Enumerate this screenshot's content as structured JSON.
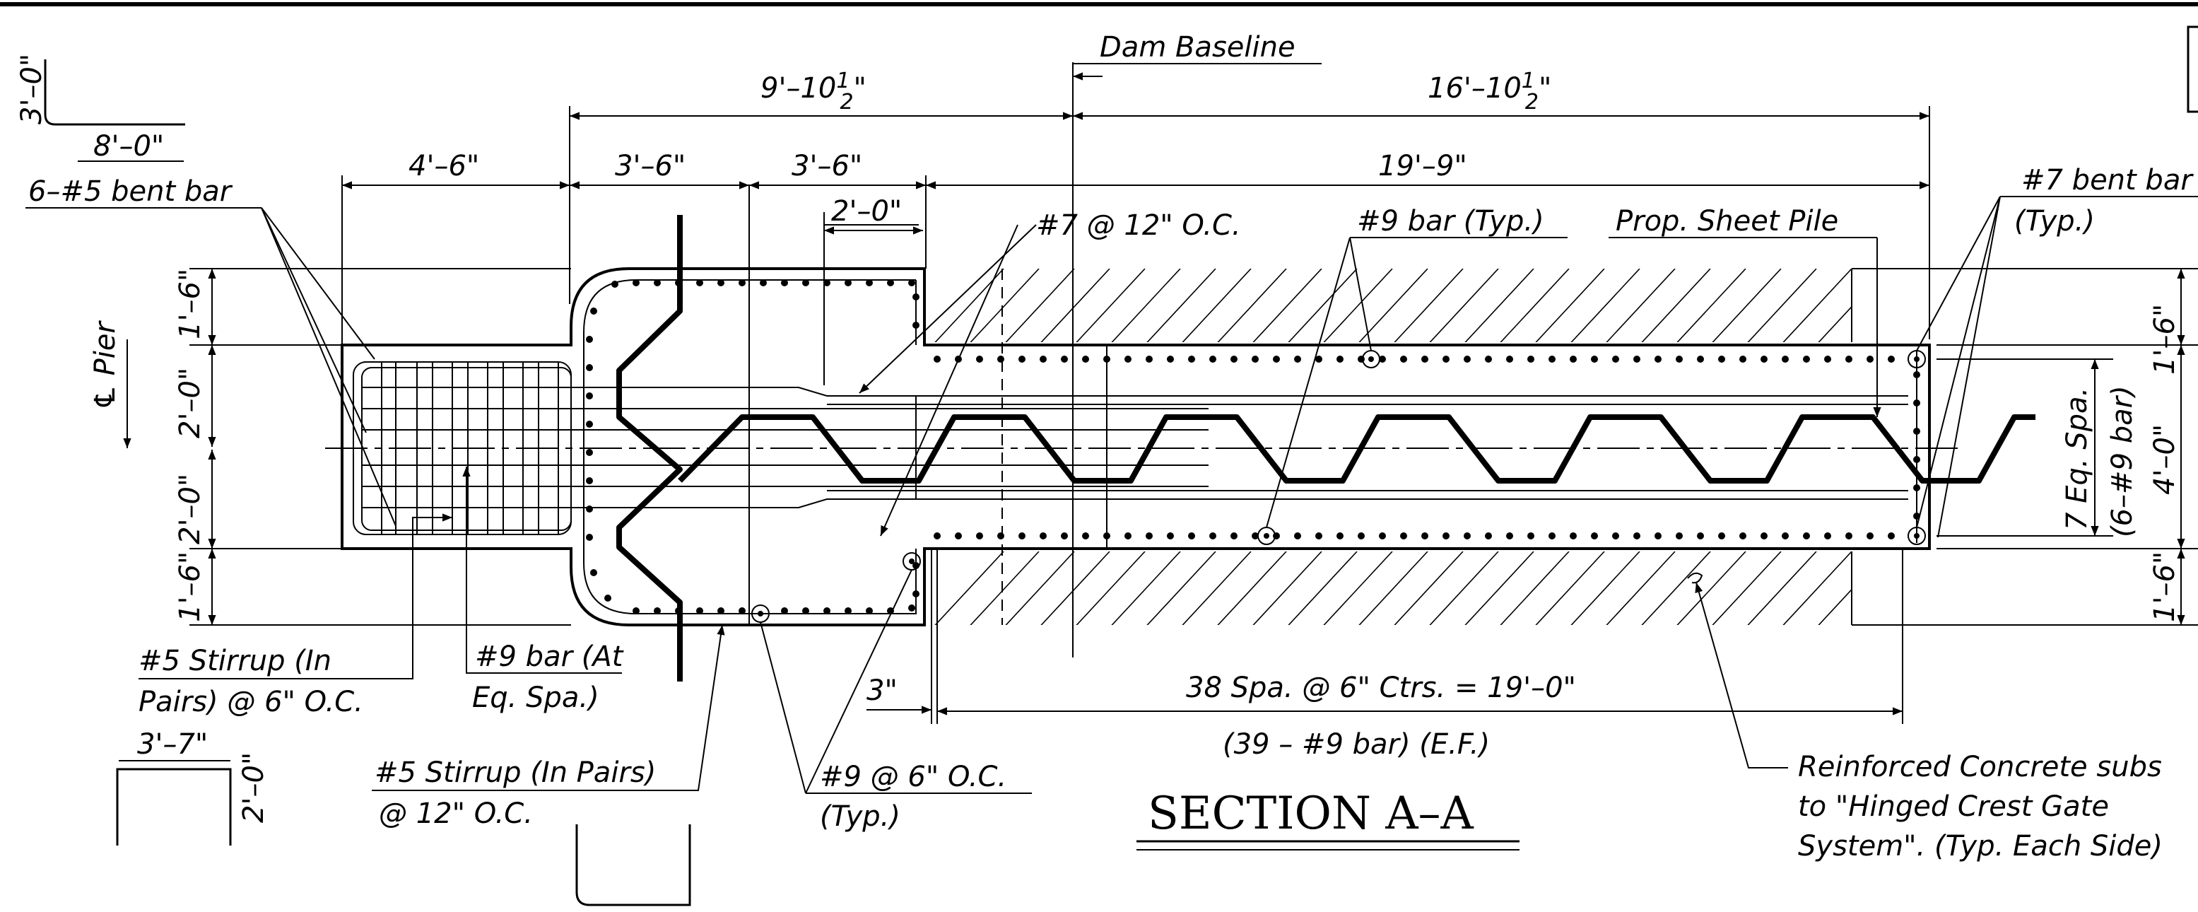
{
  "title": "SECTION A–A",
  "baseline_label": "Dam Baseline",
  "pier_label": "℄ Pier",
  "dims_top": {
    "left_overall": "9'–10½\"",
    "right_overall": "16'–10½\"",
    "seg1": "4'–6\"",
    "seg2": "3'–6\"",
    "seg3": "3'–6\"",
    "seg4": "19'–9\"",
    "small": "2'–0\""
  },
  "dims_left": {
    "top": "1'–6\"",
    "upper": "2'–0\"",
    "lower": "2'–0\"",
    "bottom": "1'–6\""
  },
  "dims_right": {
    "top": "1'–6\"",
    "overall": "4'–0\"",
    "bottom": "1'–6\"",
    "spacing_line1": "7 Eq. Spa.",
    "spacing_line2": "(6–#9 bar)"
  },
  "dims_bottom": {
    "three": "3\"",
    "spacing": "38 Spa. @ 6\" Ctrs. = 19'–0\"",
    "bars": "(39 – #9 bar) (E.F.)"
  },
  "bar_shapes": {
    "hook_vertical": "3'–0\"",
    "hook_horizontal": "8'–0\"",
    "stirrup_width": "3'–7\"",
    "stirrup_height": "2'–0\""
  },
  "callouts": {
    "bent_bar_left": "6–#5 bent bar",
    "bar7_12": "#7 @ 12\" O.C.",
    "bar9_typ": "#9 bar (Typ.)",
    "sheet_pile": "Prop. Sheet Pile",
    "bent_bar_right_1": "#7 bent bar",
    "bent_bar_right_2": "(Typ.)",
    "stirrup5_6_1": "#5 Stirrup (In",
    "stirrup5_6_2": "Pairs) @ 6\" O.C.",
    "bar9_eq_1": "#9 bar (At",
    "bar9_eq_2": "Eq. Spa.)",
    "stirrup5_12_1": "#5 Stirrup (In Pairs)",
    "stirrup5_12_2": "@ 12\" O.C.",
    "bar9_6_1": "#9 @ 6\" O.C.",
    "bar9_6_2": "(Typ.)",
    "concrete_1": "Reinforced Concrete subs",
    "concrete_2": "to \"Hinged Crest Gate",
    "concrete_3": "System\". (Typ. Each Side)"
  }
}
